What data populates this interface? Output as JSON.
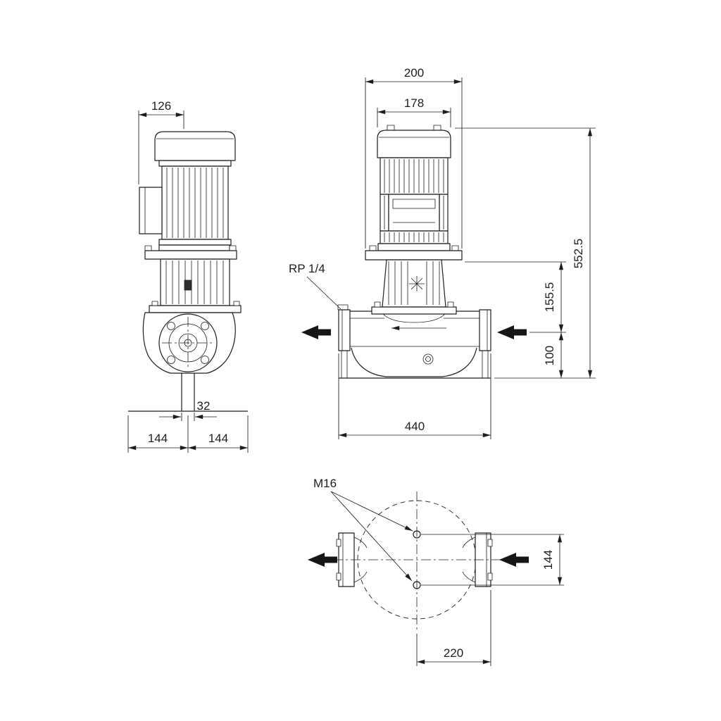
{
  "colors": {
    "line": "#1d1d1b",
    "background": "#ffffff",
    "arrow_fill": "#161616"
  },
  "side_view": {
    "dim_width_top": "126",
    "dim_port_diameter": "32",
    "dim_base_left": "144",
    "dim_base_right": "144"
  },
  "front_view": {
    "dim_flange_width": "200",
    "dim_motor_width": "178",
    "dim_total_height": "552.5",
    "dim_mid_height": "155.5",
    "dim_port_centerline_height": "100",
    "dim_port_to_port": "440",
    "label_gauge_port": "RP 1/4"
  },
  "plan_view": {
    "label_bolt_size": "M16",
    "dim_bolt_spacing": "144",
    "dim_center_to_flange": "220"
  }
}
